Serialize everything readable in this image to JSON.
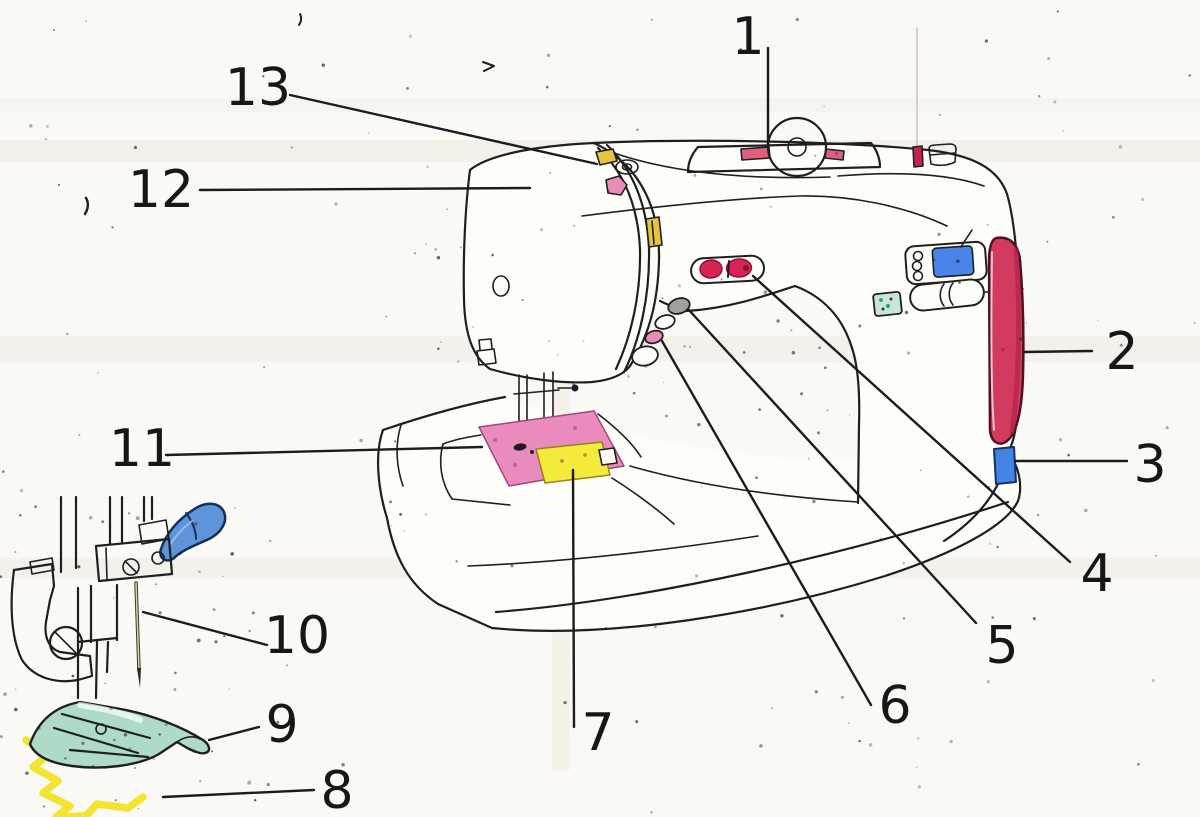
{
  "figure": {
    "subject": "sewing machine numbered parts diagram",
    "labels": {
      "l1": "1",
      "l2": "2",
      "l3": "3",
      "l4": "4",
      "l5": "5",
      "l6": "6",
      "l7": "7",
      "l8": "8",
      "l9": "9",
      "l10": "10",
      "l11": "11",
      "l12": "12",
      "l13": "13"
    }
  },
  "colors": {
    "ink": "#1f1f1f",
    "paper": "#faf9f5",
    "handwheel_red": "#d23a5f",
    "power_switch_blue": "#4583e6",
    "lcd_blue": "#4a84e8",
    "slider_red": "#d62555",
    "needle_plate_pink": "#e98bbd",
    "bobbin_cover_yellow": "#f4ea3c",
    "presser_foot_teal": "#aedbc6",
    "zigzag_yellow": "#f2e430",
    "lever_blue": "#6094da",
    "thread_guide_yellow": "#e5c53e",
    "button_pink": "#ea8cb8",
    "button_gray": "#a0a09a",
    "chip_teal": "#c8e6d6",
    "spool_pin_pink": "#e0607e",
    "mini_pin_red": "#c8234a"
  }
}
